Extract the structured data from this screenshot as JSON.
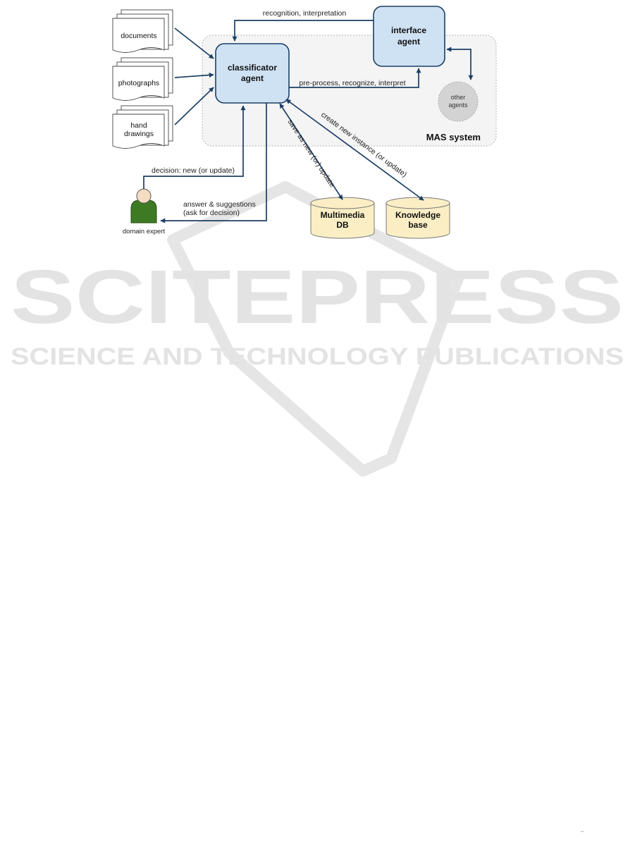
{
  "diagram": {
    "sources": [
      {
        "id": "documents",
        "label": "documents"
      },
      {
        "id": "photographs",
        "label": "photographs"
      },
      {
        "id": "hand-drawings",
        "label_lines": [
          "hand",
          "drawings"
        ]
      }
    ],
    "agents": {
      "classificator": {
        "label_lines": [
          "classificator",
          "agent"
        ]
      },
      "interface": {
        "label_lines": [
          "interface",
          "agent"
        ]
      },
      "other": {
        "label_lines": [
          "other",
          "agents"
        ]
      }
    },
    "system_label": "MAS system",
    "stores": {
      "multimedia": {
        "label_lines": [
          "Multimedia",
          "DB"
        ]
      },
      "knowledge": {
        "label_lines": [
          "Knowledge",
          "base"
        ]
      }
    },
    "actor": {
      "label": "domain expert"
    },
    "edges": {
      "recognition": "recognition, interpretation",
      "preprocess": "pre-process, recognize, interpret",
      "decision": "decision: new (or update)",
      "answer_lines": [
        "answer & suggestions",
        "(ask for decision)"
      ],
      "save": "save as new (or) update",
      "create": "create new instance (or update)"
    },
    "colors": {
      "agent_fill": "#cfe2f3",
      "agent_stroke": "#1b3f66",
      "arrow": "#1b3f66",
      "db_fill": "#fbeec5",
      "mas_fill": "#f4f4f4",
      "other_fill": "#d3d3d3",
      "actor_body": "#3e7a24",
      "actor_head": "#f6dcc3"
    }
  },
  "watermark": {
    "title": "SCITEPRESS",
    "subtitle": "SCIENCE AND TECHNOLOGY PUBLICATIONS"
  }
}
